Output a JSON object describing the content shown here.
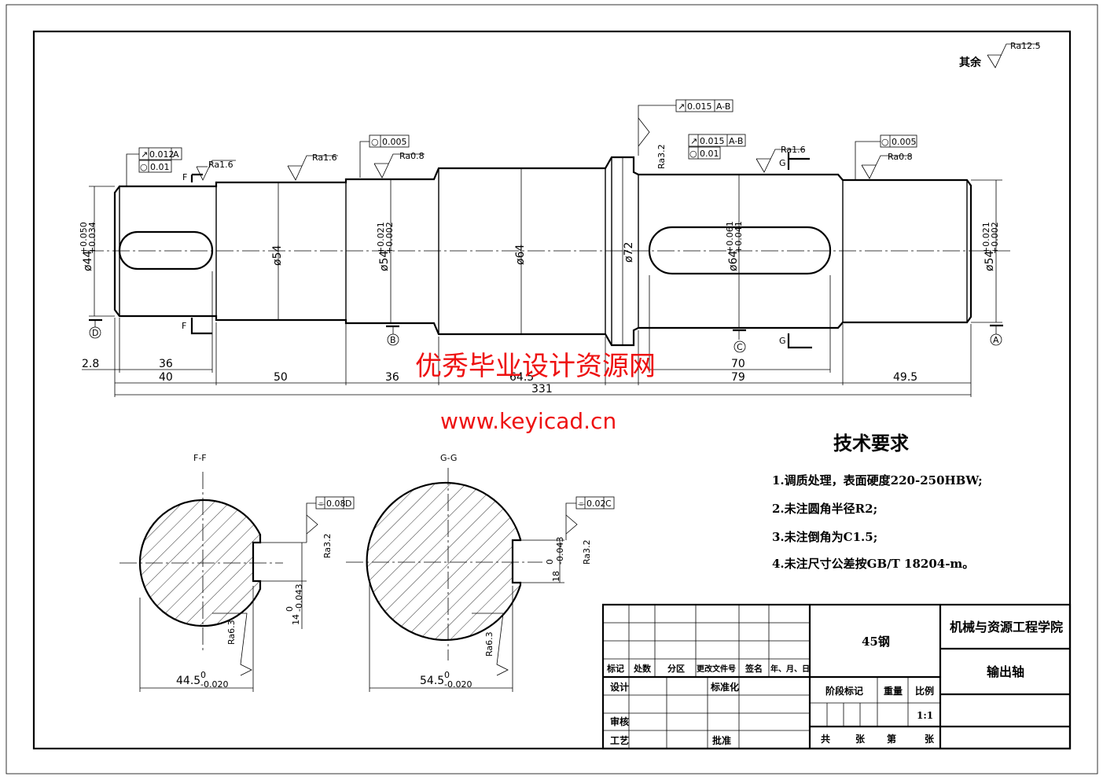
{
  "surface_other": "其余",
  "surface_other_ra": "Ra12.5",
  "shaft": {
    "diameters": [
      "ø44",
      "ø54",
      "ø54",
      "ø64",
      "ø72",
      "ø64",
      "ø54"
    ],
    "tol_44": [
      "+0.050",
      "+0.034"
    ],
    "tol_54": [
      "+0.021",
      "+0.002"
    ],
    "tol_64": [
      "+0.061",
      "+0.041"
    ],
    "datums": [
      "D",
      "B",
      "C",
      "A"
    ],
    "section_marks": [
      "F",
      "F",
      "G",
      "G"
    ],
    "roughness": [
      "Ra1.6",
      "Ra1.6",
      "Ra0.8",
      "Ra3.2",
      "Ra1.6",
      "Ra0.8"
    ],
    "gdt": [
      {
        "sym": "↗",
        "val": "0.012",
        "datum": "A"
      },
      {
        "sym": "○",
        "val": "0.01",
        "datum": ""
      },
      {
        "sym": "○",
        "val": "0.005",
        "datum": ""
      },
      {
        "sym": "↗",
        "val": "0.015",
        "datum": "A-B"
      },
      {
        "sym": "↗",
        "val": "0.015",
        "datum": "A-B"
      },
      {
        "sym": "○",
        "val": "0.01",
        "datum": ""
      },
      {
        "sym": "○",
        "val": "0.005",
        "datum": ""
      }
    ]
  },
  "dims": {
    "d_2_8": "2.8",
    "d_36a": "36",
    "d_40": "40",
    "d_50": "50",
    "d_36b": "36",
    "d_64_5": "64.5",
    "d_70": "70",
    "d_79": "79",
    "d_49_5": "49.5",
    "d_331": "331"
  },
  "sections": {
    "ff": {
      "title": "F-F",
      "depth": "14",
      "depth_tol": [
        "0",
        "-0.043"
      ],
      "width": "44.5",
      "width_tol": [
        "0",
        "-0.020"
      ],
      "gdt_val": "0.08",
      "gdt_datum": "D",
      "ra_side": "Ra3.2",
      "ra_bottom": "Ra6.3"
    },
    "gg": {
      "title": "G-G",
      "depth": "18",
      "depth_tol": [
        "0",
        "-0.043"
      ],
      "width": "54.5",
      "width_tol": [
        "0",
        "-0.020"
      ],
      "gdt_val": "0.02",
      "gdt_datum": "C",
      "ra_side": "Ra3.2",
      "ra_bottom": "Ra6.3"
    }
  },
  "tech_req": {
    "title": "技术要求",
    "items": [
      "1.调质处理，表面硬度220-250HBW;",
      "2.未注圆角半径R2;",
      "3.未注倒角为C1.5;",
      "4.未注尺寸公差按GB/T 18204-m。"
    ]
  },
  "title_block": {
    "material": "45钢",
    "school": "机械与资源工程学院",
    "part_name": "输出轴",
    "headers": [
      "标记",
      "处数",
      "分区",
      "更改文件号",
      "签名",
      "年、月、日"
    ],
    "design": "设计",
    "standard": "标准化",
    "review": "审核",
    "process": "工艺",
    "approve": "批准",
    "stage": "阶段标记",
    "weight": "重量",
    "scale_label": "比例",
    "scale": "1:1",
    "total": "共",
    "sheets": "张",
    "sheet_no": "第",
    "sheet_unit": "张"
  },
  "watermark": {
    "text": "优秀毕业设计资源网",
    "url": "www.keyicad.cn"
  }
}
